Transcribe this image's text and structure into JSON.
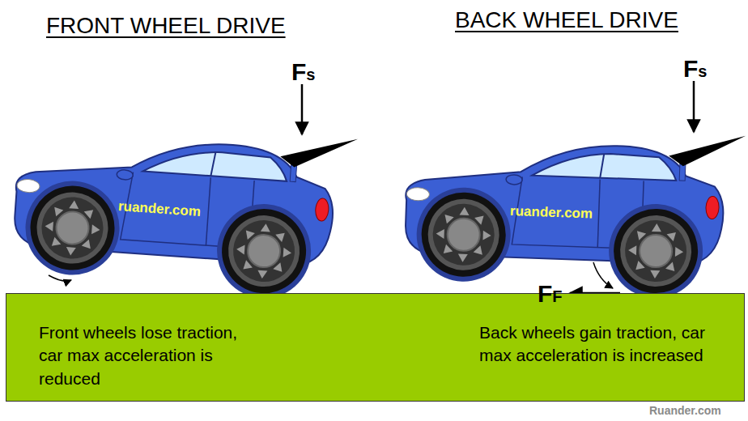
{
  "diagram": {
    "nodes": [
      {
        "text": [
          "Front wheels lose traction, car max acceleration is reduced",
          "Back wheels gain traction, car max acceleration is increased"
        ]
      }
    ],
    "labels": [
      "FRONT WHEEL DRIVE",
      "BACK WHEEL DRIVE",
      "Fs",
      "Fs",
      "ruander.com",
      "ruander.com",
      "FF",
      "Ruander.com"
    ]
  }
}
